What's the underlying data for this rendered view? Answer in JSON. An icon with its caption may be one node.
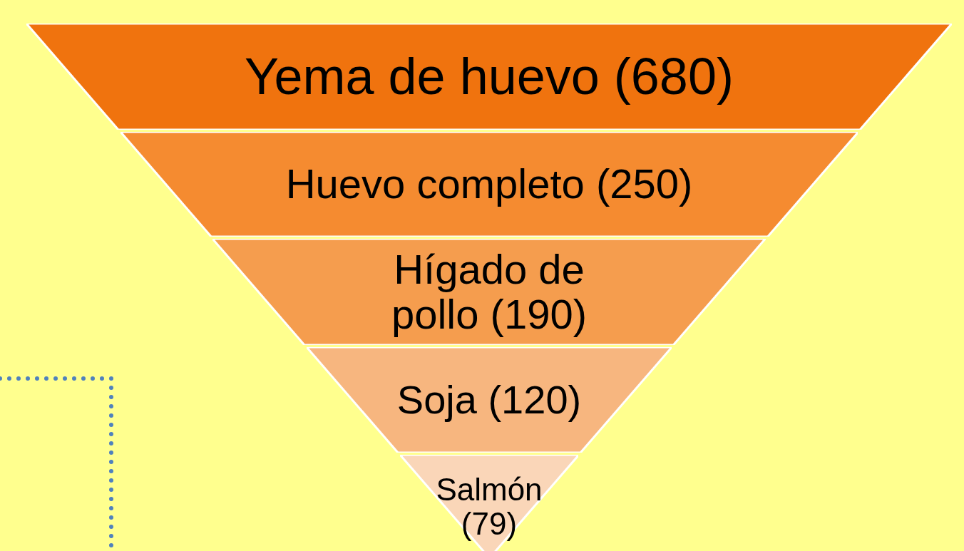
{
  "diagram": {
    "nodes": [
      {
        "text": [
          "Yema de huevo (680)"
        ]
      },
      {
        "text": [
          "Huevo completo (250)"
        ]
      },
      {
        "text": [
          "Hígado de pollo (190)"
        ]
      },
      {
        "text": [
          "Soja (120)"
        ]
      },
      {
        "text": [
          "Salmón (79)"
        ]
      }
    ]
  }
}
